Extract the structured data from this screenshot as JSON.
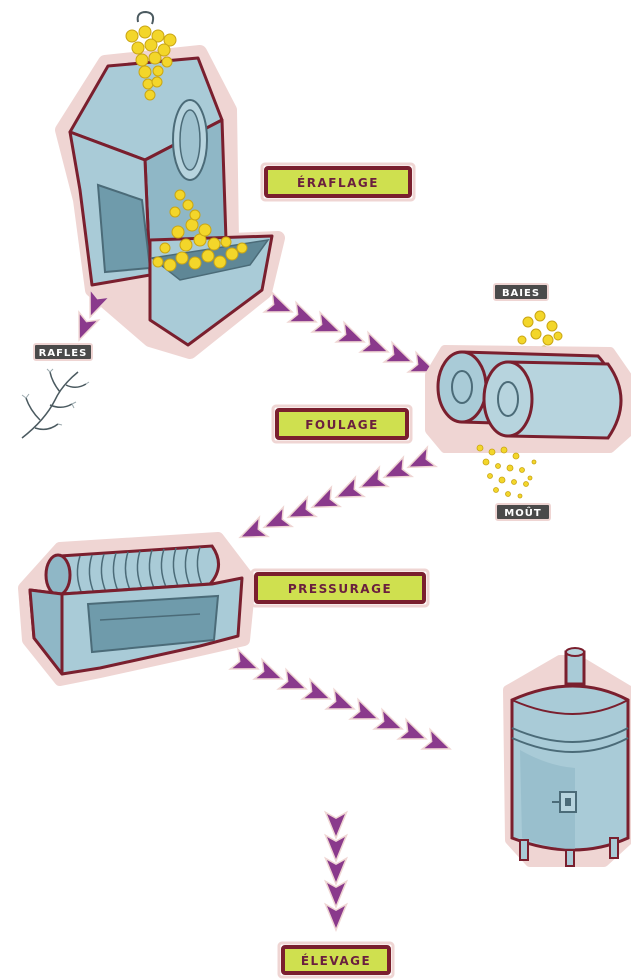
{
  "labels": {
    "eraflage": "ÉRAFLAGE",
    "foulage": "FOULAGE",
    "pressurage": "PRESSURAGE",
    "elevage": "ÉLEVAGE",
    "rafles": "RAFLES",
    "baies": "BAIES",
    "mout": "MOÛT"
  },
  "colors": {
    "machine": "#a9cbd7",
    "machine_dark": "#6f9bab",
    "outline": "#7a1f2e",
    "halo": "#efd5d3",
    "grape": "#f3d62a",
    "arrow": "#8a3a8c",
    "badge_fill": "#cfe04f",
    "badge_border": "#7a1f2e"
  },
  "icons": [
    "grape-bunch-icon",
    "destemmer-icon",
    "crusher-rollers-icon",
    "wine-press-icon",
    "tank-icon",
    "stems-icon"
  ]
}
